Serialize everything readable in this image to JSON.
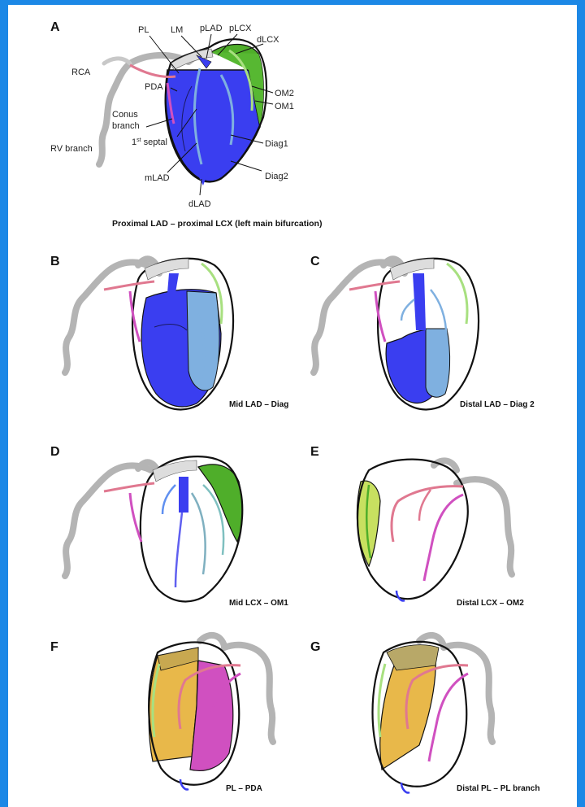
{
  "colors": {
    "lad": "#3a3ef0",
    "lad_light": "#7fb0e0",
    "lcx": "#4fae2a",
    "rca_branch": "#e07890",
    "pda": "#d050c0",
    "pl": "#e8b84a",
    "frame_border": "#1c88e6"
  },
  "panels": {
    "a": {
      "letter": "A",
      "caption": "Proximal LAD – proximal LCX (left main bifurcation)",
      "labels": {
        "pl": "PL",
        "lm": "LM",
        "plad": "pLAD",
        "plcx": "pLCX",
        "dlcx": "dLCX",
        "rca": "RCA",
        "pda": "PDA",
        "om2": "OM2",
        "om1": "OM1",
        "conus": "Conus",
        "conus2": "branch",
        "septal_num": "1",
        "septal_sup": "st",
        "septal_word": " septal",
        "rv_branch": "RV branch",
        "diag1": "Diag1",
        "mlad": "mLAD",
        "diag2": "Diag2",
        "dlad": "dLAD"
      }
    },
    "b": {
      "letter": "B",
      "caption": "Mid LAD – Diag"
    },
    "c": {
      "letter": "C",
      "caption": "Distal  LAD – Diag 2"
    },
    "d": {
      "letter": "D",
      "caption": "Mid LCX – OM1"
    },
    "e": {
      "letter": "E",
      "caption": "Distal  LCX – OM2"
    },
    "f": {
      "letter": "F",
      "caption": "PL – PDA"
    },
    "g": {
      "letter": "G",
      "caption": "Distal PL – PL branch"
    }
  }
}
